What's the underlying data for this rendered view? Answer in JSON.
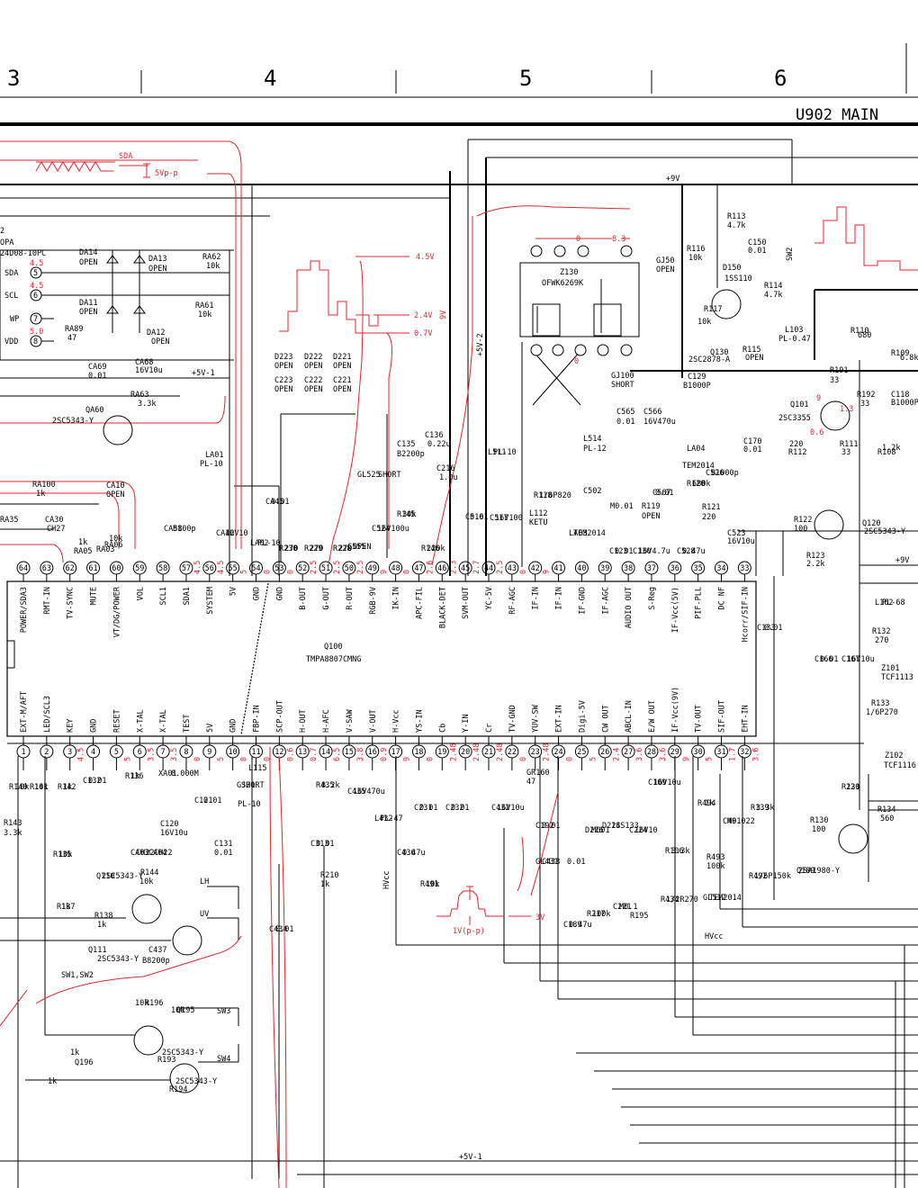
{
  "grid_numbers": [
    "3",
    "4",
    "5",
    "6"
  ],
  "sheet_title": "U902 MAIN",
  "ic_name": "Q100",
  "ic_part": "TMPA8807CMNG",
  "top_pins": [
    {
      "n": "64",
      "label": "POWER/SDA3"
    },
    {
      "n": "63",
      "label": "RMT-IN"
    },
    {
      "n": "62",
      "label": "TV-SYNC"
    },
    {
      "n": "61",
      "label": "MUTE"
    },
    {
      "n": "60",
      "label": "VT/DG/POWER"
    },
    {
      "n": "59",
      "label": "VOL"
    },
    {
      "n": "58",
      "label": "SCL1"
    },
    {
      "n": "57",
      "label": "SDA1"
    },
    {
      "n": "56",
      "label": "SYSTEM"
    },
    {
      "n": "55",
      "label": "5V"
    },
    {
      "n": "54",
      "label": "GND"
    },
    {
      "n": "53",
      "label": "GND"
    },
    {
      "n": "52",
      "label": "B-OUT"
    },
    {
      "n": "51",
      "label": "G-OUT"
    },
    {
      "n": "50",
      "label": "R-OUT"
    },
    {
      "n": "49",
      "label": "RGB-9V"
    },
    {
      "n": "48",
      "label": "IK-IN"
    },
    {
      "n": "47",
      "label": "APC-FIL"
    },
    {
      "n": "46",
      "label": "BLACK-DET"
    },
    {
      "n": "45",
      "label": "SVM-OUT"
    },
    {
      "n": "44",
      "label": "YC-5V"
    },
    {
      "n": "43",
      "label": "RF-AGC"
    },
    {
      "n": "42",
      "label": "IF-IN"
    },
    {
      "n": "41",
      "label": "IF-IN"
    },
    {
      "n": "40",
      "label": "IF-GND"
    },
    {
      "n": "39",
      "label": "IF-AGC"
    },
    {
      "n": "38",
      "label": "AUDIO OUT"
    },
    {
      "n": "37",
      "label": "S-Reg"
    },
    {
      "n": "36",
      "label": "IF-Vcc(5V)"
    },
    {
      "n": "35",
      "label": "PIF-PLL"
    },
    {
      "n": "34",
      "label": "DC NF"
    },
    {
      "n": "33",
      "label": "Hcorr/SIF-IN"
    }
  ],
  "bottom_pins": [
    {
      "n": "1",
      "label": "EXT-M/AFT"
    },
    {
      "n": "2",
      "label": "LED/SCL3"
    },
    {
      "n": "3",
      "label": "KEY"
    },
    {
      "n": "4",
      "label": "GND"
    },
    {
      "n": "5",
      "label": "RESET"
    },
    {
      "n": "6",
      "label": "X-TAL"
    },
    {
      "n": "7",
      "label": "X-TAL"
    },
    {
      "n": "8",
      "label": "TEST"
    },
    {
      "n": "9",
      "label": "5V"
    },
    {
      "n": "10",
      "label": "GND"
    },
    {
      "n": "11",
      "label": "FBP-IN"
    },
    {
      "n": "12",
      "label": "SCP-OUT"
    },
    {
      "n": "13",
      "label": "H-OUT"
    },
    {
      "n": "14",
      "label": "H-AFC"
    },
    {
      "n": "15",
      "label": "V-SAW"
    },
    {
      "n": "16",
      "label": "V-OUT"
    },
    {
      "n": "17",
      "label": "H-Vcc"
    },
    {
      "n": "18",
      "label": "YS-IN"
    },
    {
      "n": "19",
      "label": "Cb"
    },
    {
      "n": "20",
      "label": "Y-IN"
    },
    {
      "n": "21",
      "label": "Cr"
    },
    {
      "n": "22",
      "label": "TV-GND"
    },
    {
      "n": "23",
      "label": "YUV-SW"
    },
    {
      "n": "24",
      "label": "EXT-IN"
    },
    {
      "n": "25",
      "label": "Digi-5V"
    },
    {
      "n": "26",
      "label": "CW OUT"
    },
    {
      "n": "27",
      "label": "ABCL-IN"
    },
    {
      "n": "28",
      "label": "E/W OUT"
    },
    {
      "n": "29",
      "label": "IF-Vcc(9V)"
    },
    {
      "n": "30",
      "label": "TV-OUT"
    },
    {
      "n": "31",
      "label": "SIF-OUT"
    },
    {
      "n": "32",
      "label": "EHT-IN"
    }
  ],
  "top_voltages": [
    "",
    "",
    "",
    "",
    "",
    "",
    "",
    "4.5",
    "4.5",
    "5",
    "0",
    "0",
    "2.5",
    "2.5",
    "2.5",
    "9",
    "0",
    "2.6",
    "2.3",
    "2.7",
    "2.5",
    "0",
    "9",
    "",
    "",
    "",
    "",
    "",
    "",
    "",
    "",
    ""
  ],
  "bottom_voltages": [
    "",
    "",
    "4.5",
    "",
    "5",
    "3.5",
    "3.5",
    "0",
    "5",
    "0",
    "0",
    "0.6",
    "0.7",
    "6.5",
    "3.8",
    "0.9",
    "9",
    "0",
    "2.48",
    "2.48",
    "2.48",
    "0",
    "2.48",
    "0",
    "5",
    "2.4",
    "3.6",
    "3.6",
    "9",
    "5",
    "1.7",
    "3.6"
  ],
  "labels": {
    "sda": "SDA",
    "vpp5": "5Vp-p",
    "v45": "4.5V",
    "v24": "2.4V",
    "v07": "0.7V",
    "v9": "9V",
    "v3": "3V",
    "vpp1": "1V(p-p)",
    "p9v_a": "+9V",
    "p9v_b": "+9V",
    "p5v1_a": "+5V-1",
    "p5v1_b": "+5V-1",
    "p5v2": "+5V-2",
    "hvcc_a": "HVcc",
    "hvcc_b": "HVcc",
    "sw12": "SW1,SW2",
    "sw3": "SW3",
    "sw4": "SW4",
    "sw2": "SW2",
    "lh": "LH",
    "uv": "UV",
    "eeprom_a": "2",
    "eeprom_b": "OPA",
    "eeprom_c": "24D08-10PC",
    "pin_sda": "SDA",
    "pin_scl": "SCL",
    "pin_wp": "WP",
    "pin_vdd": "VDD",
    "ev1": "4.5",
    "ev2": "4.5",
    "ev3": "5.0",
    "pn5": "5",
    "pn6": "6",
    "pn7": "7",
    "pn8": "8",
    "v83": "8.3",
    "v13": "1.3",
    "v06": "0.6",
    "v9b": "9",
    "v0": "0",
    "v0b": "0"
  },
  "parts": [
    "DA14",
    "OPEN",
    "DA13",
    "OPEN",
    "RA62",
    "10k",
    "DA11",
    "OPEN",
    "DA12",
    "OPEN",
    "RA61",
    "10k",
    "RA89",
    "47",
    "CA69",
    "0.01",
    "CA68",
    "16V10u",
    "QA60",
    "2SC5343-Y",
    "RA63",
    "3.3k",
    "LA01",
    "PL-10",
    "CA10",
    "OPEN",
    "RA100",
    "1k",
    "RA35",
    "CA30",
    "CH27",
    "RA05",
    "1k",
    "RA03",
    "RA06",
    "10k",
    "CA58",
    "B100p",
    "CA42",
    "16V10",
    "LA02",
    "PL-10",
    "CA45",
    "0.01",
    "R230",
    "270",
    "R229",
    "270",
    "R228",
    "270",
    "C555",
    "OPEN",
    "C524",
    "16V100u",
    "R145",
    "30k",
    "R146",
    "220k",
    "C135",
    "B2200p",
    "C136",
    "0.22u",
    "C216",
    "1.0u",
    "C516",
    "0.01",
    "C517",
    "16V100",
    "L511",
    "PL-10",
    "GL525",
    "SHORT",
    "D223",
    "OPEN",
    "D222",
    "OPEN",
    "D221",
    "OPEN",
    "C223",
    "OPEN",
    "C222",
    "OPEN",
    "C221",
    "OPEN",
    "Z130",
    "OFWK6269K",
    "GJ50",
    "OPEN",
    "GJ100",
    "SHORT",
    "R113",
    "4.7k",
    "R116",
    "10k",
    "D150",
    "1SS110",
    "C150",
    "0.01",
    "R114",
    "4.7k",
    "R117",
    "10k",
    "Q130",
    "2SC2878-A",
    "R115",
    "OPEN",
    "C129",
    "B1000P",
    "L103",
    "PL-0.47",
    "R110",
    "680",
    "R109",
    "6.8k",
    "R191",
    "33",
    "Q101",
    "2SC3355",
    "R192",
    "33",
    "C118",
    "B1000P",
    "R112",
    "220",
    "R111",
    "33",
    "R108",
    "1.2k",
    "C170",
    "0.01",
    "C565",
    "0.01",
    "C566",
    "16V470u",
    "L514",
    "PL-12",
    "LA04",
    "TEM2014",
    "C526",
    "B1000p",
    "R120",
    "680k",
    "C567",
    "0.01",
    "C502",
    "M0.01",
    "R119",
    "OPEN",
    "R121",
    "220",
    "C528",
    "0.47u",
    "C523",
    "16V10u",
    "R118",
    "1/6P820",
    "L112",
    "KETU",
    "LA03",
    "TEM2014",
    "C123",
    "0.01",
    "C130",
    "16V4.7u",
    "R122",
    "100",
    "Q120",
    "2SC5343-Y",
    "R123",
    "2.2k",
    "L162",
    "PL-68",
    "C133",
    "0.01",
    "R132",
    "270",
    "C166",
    "0.01",
    "C167",
    "16V10u",
    "Z101",
    "TCF1113",
    "R133",
    "1/6P270",
    "Z102",
    "TCF1116",
    "R131",
    "220",
    "R134",
    "560",
    "R130",
    "100",
    "Q109",
    "2SA1980-Y",
    "R140",
    "10k",
    "R141",
    "10k",
    "R142",
    "1k",
    "C132",
    "0.01",
    "R136",
    "1k",
    "XA01",
    "8.000M",
    "CA03",
    "CH22",
    "CA04",
    "CH22",
    "C120",
    "16V10u",
    "C121",
    "0.01",
    "GJ21",
    "SHORT",
    "L115",
    "PL-10",
    "C131",
    "0.01",
    "R143",
    "3.3k",
    "R135",
    "10k",
    "Q110",
    "2SC5343-Y",
    "R144",
    "10k",
    "R137",
    "1k",
    "R138",
    "1k",
    "Q111",
    "2SC5343-Y",
    "C437",
    "B8200p",
    "R435",
    "8.2k",
    "C313",
    "0.01",
    "C435",
    "16V470u",
    "L432",
    "PL-47",
    "C436",
    "0.47u",
    "R210",
    "1k",
    "R491",
    "10k",
    "C434",
    "0.01",
    "C231",
    "0.01",
    "C232",
    "0.01",
    "C432",
    "16V10u",
    "GR160",
    "47",
    "C192",
    "0.01",
    "GL431",
    "C433",
    "0.01",
    "D226",
    "MG01",
    "D224",
    "1SS133",
    "C224",
    "16V10",
    "C109",
    "16V10u",
    "R106",
    "3.3k",
    "R494",
    "1k",
    "C491",
    "M0.022",
    "R139",
    "3.3k",
    "R493",
    "100k",
    "R492",
    "1/6P150k",
    "GL512",
    "TEM2014",
    "R434",
    "1/2R270",
    "C189",
    "0.47u",
    "R217",
    "100k",
    "C221",
    "M0.1",
    "R195",
    "10k",
    "R196",
    "10k",
    "Q195",
    "2SC5343-Y",
    "R193",
    "1k",
    "Q196",
    "2SC5343-Y",
    "R194",
    "1k"
  ]
}
